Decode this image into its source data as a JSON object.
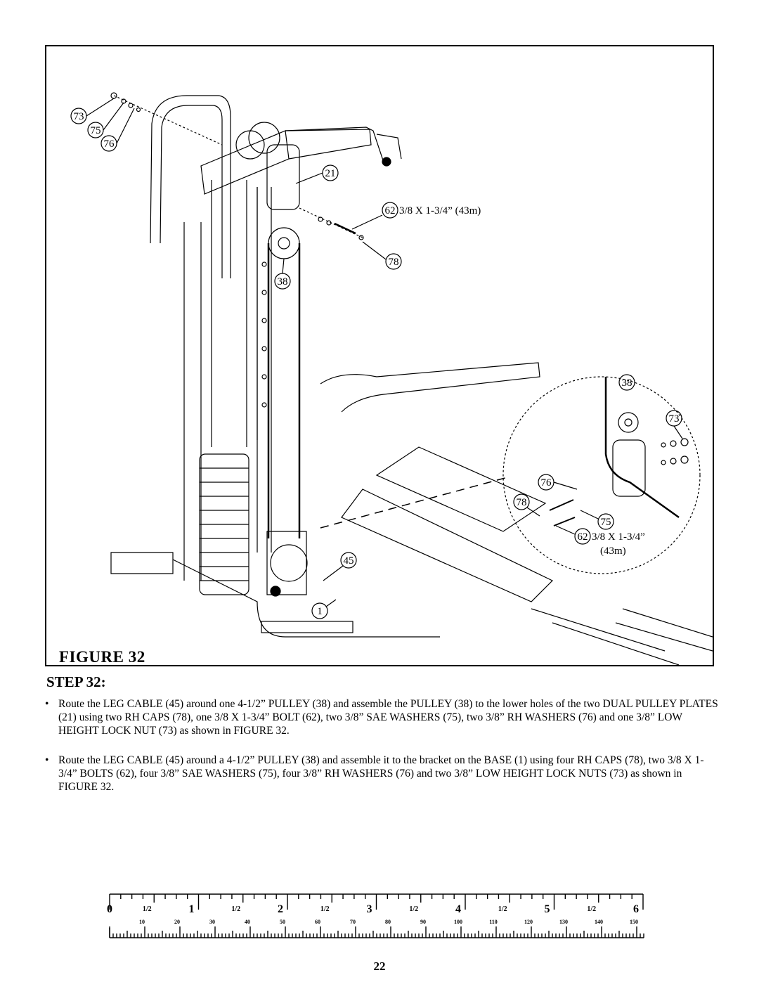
{
  "figure": {
    "caption": "FIGURE 32",
    "callouts": {
      "c73": "73",
      "c75": "75",
      "c76": "76",
      "c21": "21",
      "c62": "62",
      "bolt_spec": "3/8 X 1-3/4”  (43m)",
      "c78": "78",
      "c38": "38",
      "c45": "45",
      "c1": "1",
      "d38": "38",
      "d73": "73",
      "d76": "76",
      "d78": "78",
      "d75": "75",
      "d62": "62",
      "d_bolt_spec_1": "3/8  X  1-3/4”",
      "d_bolt_spec_2": "(43m)"
    }
  },
  "step": {
    "heading": "STEP 32:",
    "bullets": [
      "Route the LEG CABLE (45) around one 4-1/2” PULLEY (38) and  assemble the PULLEY (38) to the lower holes of the two DUAL PULLEY PLATES (21) using two RH CAPS (78), one 3/8 X 1-3/4” BOLT (62), two 3/8” SAE WASHERS (75), two 3/8” RH WASHERS (76) and one 3/8” LOW HEIGHT LOCK NUT (73) as shown in FIGURE 32.",
      "Route the LEG CABLE (45) around a 4-1/2” PULLEY (38) and assemble it to the bracket on the BASE (1) using four RH CAPS (78), two 3/8 X 1-3/4” BOLTS (62), four 3/8” SAE WASHERS (75), four 3/8” RH WASHERS (76) and two 3/8” LOW HEIGHT LOCK NUTS (73) as shown in FIGURE 32."
    ],
    "bullet_symbol": "•"
  },
  "ruler": {
    "inch_labels": [
      "0",
      "1",
      "2",
      "3",
      "4",
      "5",
      "6"
    ],
    "half_label": "1/2",
    "cm_labels": [
      "10",
      "20",
      "30",
      "40",
      "50",
      "60",
      "70",
      "80",
      "90",
      "100",
      "110",
      "120",
      "130",
      "140",
      "150"
    ]
  },
  "page_number": "22"
}
